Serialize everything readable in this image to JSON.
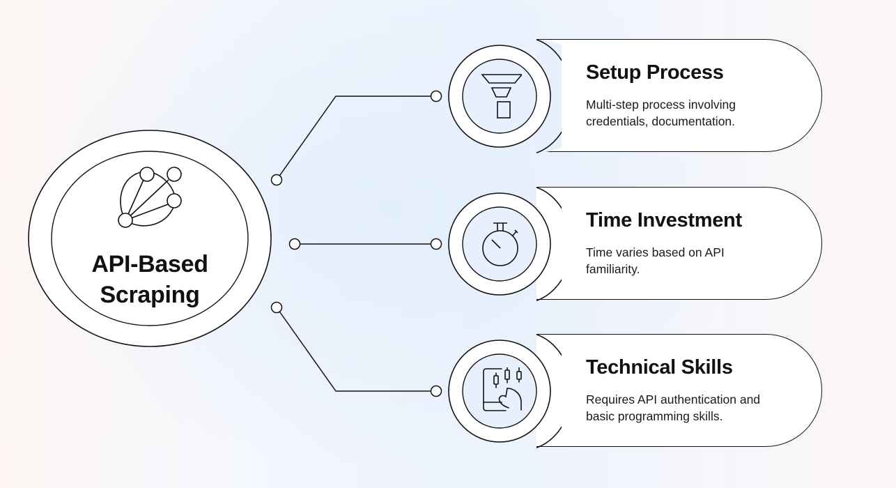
{
  "diagram": {
    "hub": {
      "title_line1": "API-Based",
      "title_line2": "Scraping",
      "icon": "network-graph-icon"
    },
    "items": [
      {
        "title": "Setup Process",
        "description": "Multi-step process involving credentials, documentation.",
        "icon": "funnel-icon"
      },
      {
        "title": "Time Investment",
        "description": "Time varies based on API familiarity.",
        "icon": "stopwatch-icon"
      },
      {
        "title": "Technical Skills",
        "description": "Requires API authentication and basic programming skills.",
        "icon": "tablet-chart-hand-icon"
      }
    ]
  },
  "colors": {
    "stroke": "#111111",
    "card_fill": "#ffffff",
    "icon_circle_fill": "#e8f0fd",
    "background_center": "#e3eefc",
    "background_edge_warm": "#fcf5f5"
  }
}
